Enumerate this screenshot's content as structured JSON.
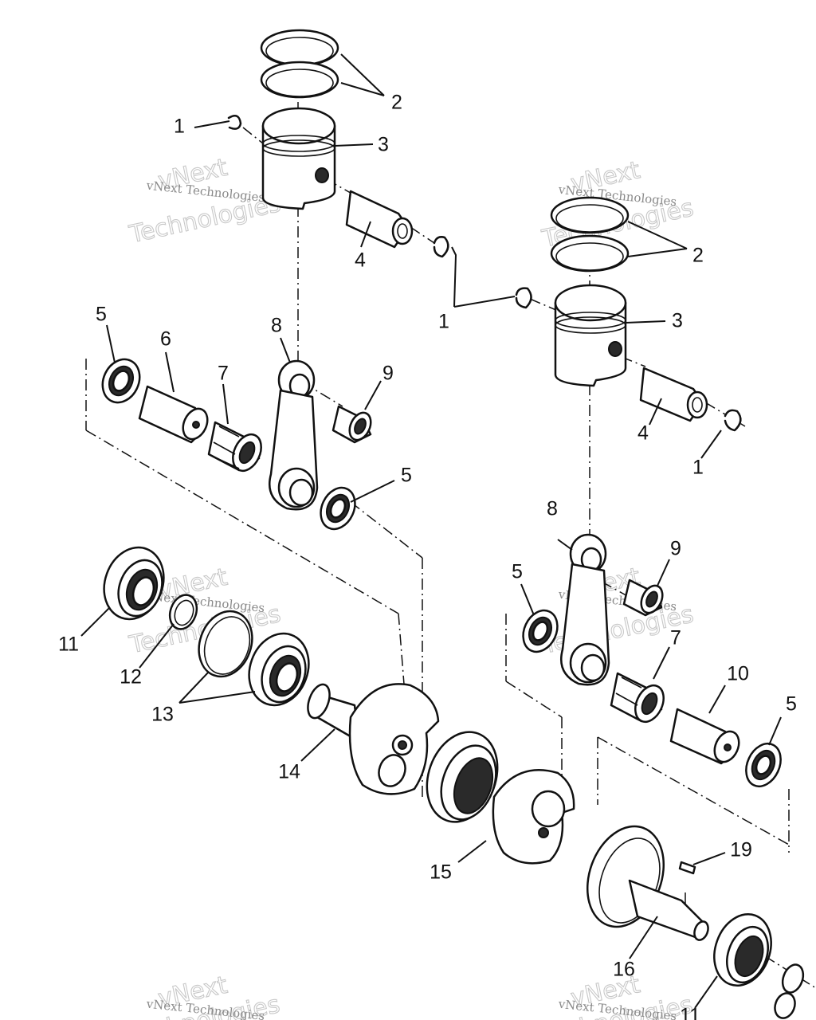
{
  "diagram": {
    "watermark": {
      "word1": "vNext",
      "word2": "Technologies",
      "caption": "vNext Technologies"
    },
    "callouts": [
      {
        "id": "c-1a",
        "label": "1"
      },
      {
        "id": "c-2a",
        "label": "2"
      },
      {
        "id": "c-3a",
        "label": "3"
      },
      {
        "id": "c-4a",
        "label": "4"
      },
      {
        "id": "c-1b",
        "label": "1"
      },
      {
        "id": "c-2b",
        "label": "2"
      },
      {
        "id": "c-3b",
        "label": "3"
      },
      {
        "id": "c-4b",
        "label": "4"
      },
      {
        "id": "c-1c",
        "label": "1"
      },
      {
        "id": "c-5a",
        "label": "5"
      },
      {
        "id": "c-6a",
        "label": "6"
      },
      {
        "id": "c-7a",
        "label": "7"
      },
      {
        "id": "c-8a",
        "label": "8"
      },
      {
        "id": "c-9a",
        "label": "9"
      },
      {
        "id": "c-5b",
        "label": "5"
      },
      {
        "id": "c-8b",
        "label": "8"
      },
      {
        "id": "c-9b",
        "label": "9"
      },
      {
        "id": "c-5c",
        "label": "5"
      },
      {
        "id": "c-7b",
        "label": "7"
      },
      {
        "id": "c-10",
        "label": "10"
      },
      {
        "id": "c-5d",
        "label": "5"
      },
      {
        "id": "c-11a",
        "label": "11"
      },
      {
        "id": "c-12",
        "label": "12"
      },
      {
        "id": "c-13",
        "label": "13"
      },
      {
        "id": "c-14",
        "label": "14"
      },
      {
        "id": "c-15",
        "label": "15"
      },
      {
        "id": "c-16",
        "label": "16"
      },
      {
        "id": "c-19",
        "label": "19"
      },
      {
        "id": "c-11b",
        "label": "11"
      }
    ]
  }
}
